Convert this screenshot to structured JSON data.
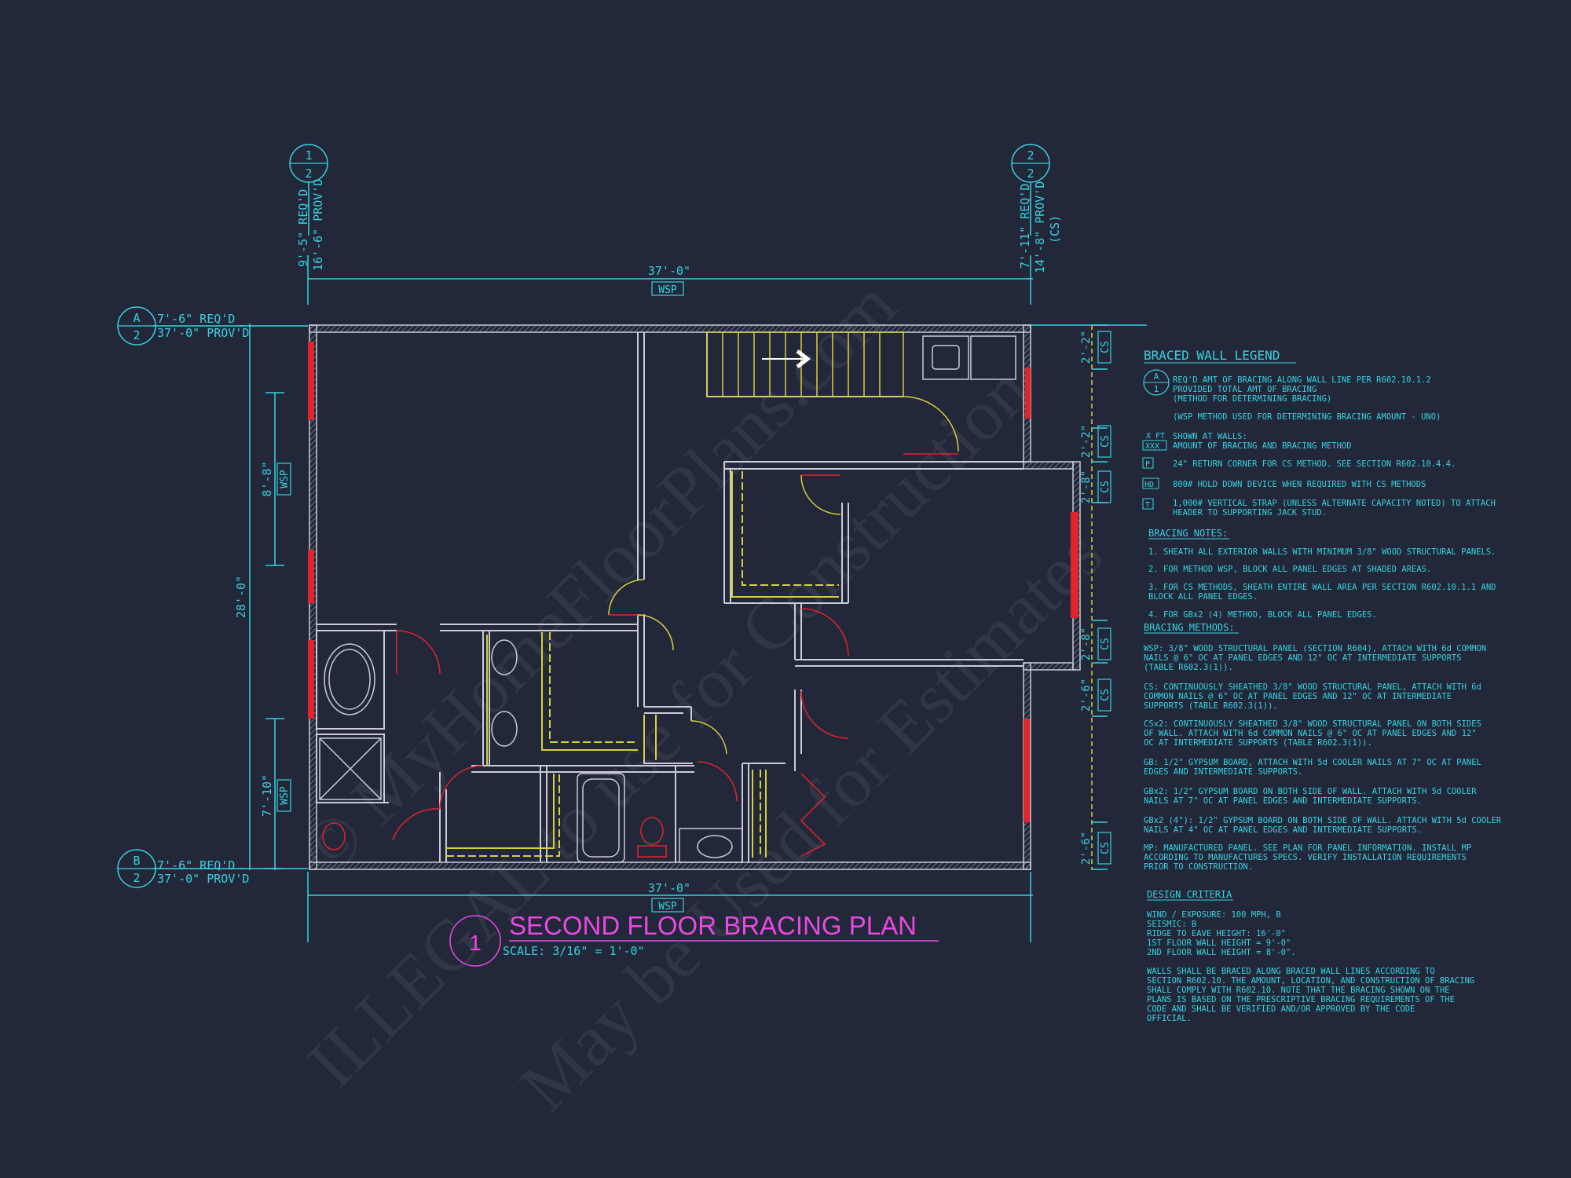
{
  "title": "SECOND FLOOR BRACING PLAN",
  "scale": "SCALE: 3/16\" = 1'-0\"",
  "detail_number": "1",
  "watermarks": [
    "© MyHomeFloorPlans.com",
    "ILLEGAL to use for Construction",
    "May be Used for Estimates"
  ],
  "gridlines": {
    "g12": {
      "num": "1",
      "den": "2",
      "req": "9'-5\" REQ'D",
      "prov": "16'-6\" PROV'D",
      "method": ""
    },
    "g22": {
      "num": "2",
      "den": "2",
      "req": "7'-11\" REQ'D",
      "prov": "14'-8\" PROV'D",
      "method": "(CS)"
    },
    "gA": {
      "num": "A",
      "den": "2",
      "req": "7'-6\" REQ'D",
      "prov": "37'-0\" PROV'D"
    },
    "gB": {
      "num": "B",
      "den": "2",
      "req": "7'-6\" REQ'D",
      "prov": "37'-0\" PROV'D"
    }
  },
  "dims": {
    "top_width": "37'-0\"",
    "top_method": "WSP",
    "bottom_width": "37'-0\"",
    "bottom_method": "WSP",
    "left_height": "28'-0\"",
    "left_seg1": "8'-8\"",
    "left_seg1_method": "WSP",
    "left_seg2": "7'-10\"",
    "left_seg2_method": "WSP",
    "right": [
      {
        "dim": "2'-2\"",
        "method": "CS"
      },
      {
        "dim": "2'-2\"",
        "method": "CS"
      },
      {
        "dim": "2'-8\"",
        "method": "CS"
      },
      {
        "dim": "2'-8\"",
        "method": "CS"
      },
      {
        "dim": "2'-6\"",
        "method": "CS"
      },
      {
        "dim": "2'-6\"",
        "method": "CS"
      }
    ]
  },
  "legend": {
    "heading": "BRACED WALL LEGEND",
    "symbol_num": "A",
    "symbol_den": "1",
    "sym_line1": "REQ'D AMT OF BRACING ALONG WALL LINE PER R602.10.1.2",
    "sym_line2": "PROVIDED TOTAL AMT OF BRACING",
    "sym_line3": "(METHOD FOR DETERMINING BRACING)",
    "sym_line4": "(WSP METHOD USED FOR DETERMINING BRACING AMOUNT - UNO)",
    "xft": "X FT",
    "xxx": "XXX",
    "shown_line1": "SHOWN AT WALLS:",
    "shown_line2": "AMOUNT OF BRACING AND BRACING METHOD",
    "p_sym": "P",
    "p_text": "24\" RETURN CORNER FOR CS METHOD.  SEE SECTION R602.10.4.4.",
    "hd_sym": "HD",
    "hd_text": "800# HOLD DOWN DEVICE WHEN REQUIRED WITH CS METHODS",
    "t_sym": "T",
    "t_line1": "1,000# VERTICAL STRAP (UNLESS ALTERNATE CAPACITY NOTED) TO ATTACH",
    "t_line2": "HEADER TO SUPPORTING JACK STUD."
  },
  "notes": {
    "heading": "BRACING NOTES:",
    "n1": "1. SHEATH ALL EXTERIOR WALLS WITH MINIMUM 3/8\" WOOD STRUCTURAL PANELS.",
    "n2": "2. FOR METHOD WSP, BLOCK ALL PANEL EDGES AT SHADED AREAS.",
    "n3a": "3. FOR CS METHODS, SHEATH ENTIRE WALL AREA PER SECTION R602.10.1.1 AND",
    "n3b": "BLOCK ALL PANEL EDGES.",
    "n4": "4. FOR GBx2 (4) METHOD, BLOCK ALL PANEL EDGES."
  },
  "methods": {
    "heading": "BRACING METHODS:",
    "m1": [
      "WSP: 3/8\" WOOD STRUCTURAL PANEL (SECTION R604), ATTACH WITH 6d COMMON",
      "NAILS @ 6\" OC AT PANEL EDGES AND 12\" OC AT INTERMEDIATE SUPPORTS",
      "(TABLE R602.3(1))."
    ],
    "m2": [
      "CS: CONTINUOUSLY SHEATHED 3/8\" WOOD STRUCTURAL PANEL, ATTACH WITH 6d",
      "COMMON NAILS @ 6\" OC AT PANEL EDGES AND 12\" OC AT INTERMEDIATE",
      "SUPPORTS (TABLE R602.3(1))."
    ],
    "m3": [
      "CSx2: CONTINUOUSLY SHEATHED 3/8\" WOOD STRUCTURAL PANEL ON BOTH SIDES",
      "OF WALL. ATTACH WITH 6d COMMON NAILS @ 6\" OC AT PANEL EDGES AND 12\"",
      "OC AT INTERMEDIATE SUPPORTS (TABLE R602.3(1))."
    ],
    "m4": [
      "GB: 1/2\" GYPSUM BOARD, ATTACH WITH 5d COOLER NAILS AT 7\" OC AT PANEL",
      "EDGES AND INTERMEDIATE SUPPORTS."
    ],
    "m5": [
      "GBx2: 1/2\" GYPSUM BOARD ON BOTH SIDE OF WALL. ATTACH WITH 5d COOLER",
      "NAILS AT 7\" OC AT PANEL EDGES AND INTERMEDIATE SUPPORTS."
    ],
    "m6": [
      "GBx2 (4\"): 1/2\" GYPSUM BOARD ON BOTH SIDE OF WALL. ATTACH WITH 5d COOLER",
      "NAILS AT 4\" OC AT PANEL EDGES AND INTERMEDIATE SUPPORTS."
    ],
    "m7": [
      "MP: MANUFACTURED PANEL. SEE PLAN FOR PANEL INFORMATION. INSTALL MP",
      "ACCORDING TO MANUFACTURES SPECS. VERIFY INSTALLATION REQUIREMENTS",
      "PRIOR TO CONSTRUCTION."
    ]
  },
  "criteria": {
    "heading": "DESIGN CRITERIA",
    "c1": "WIND / EXPOSURE:  100 MPH, B",
    "c2": "SEISMIC:  B",
    "c3": "RIDGE TO EAVE HEIGHT: 16'-0\"",
    "c4": "1ST FLOOR WALL HEIGHT = 9'-0\"",
    "c5": "2ND FLOOR WALL HEIGHT = 8'-0\".",
    "p": [
      "WALLS SHALL BE BRACED ALONG BRACED WALL LINES ACCORDING TO",
      "SECTION R602.10. THE AMOUNT, LOCATION, AND CONSTRUCTION OF BRACING",
      "SHALL COMPLY WITH R602.10. NOTE THAT THE BRACING SHOWN ON THE",
      "PLANS IS BASED ON THE PRESCRIPTIVE BRACING REQUIREMENTS OF THE",
      "CODE AND SHALL BE VERIFIED AND/OR APPROVED BY THE CODE",
      "OFFICIAL."
    ]
  },
  "colors": {
    "background": "#222739",
    "annotation": "#38d3e0",
    "wall": "#c9ccd6",
    "brace": "#e2242c",
    "door": "#e2242c",
    "yellow": "#d6d03a",
    "title": "#e84ae0"
  }
}
